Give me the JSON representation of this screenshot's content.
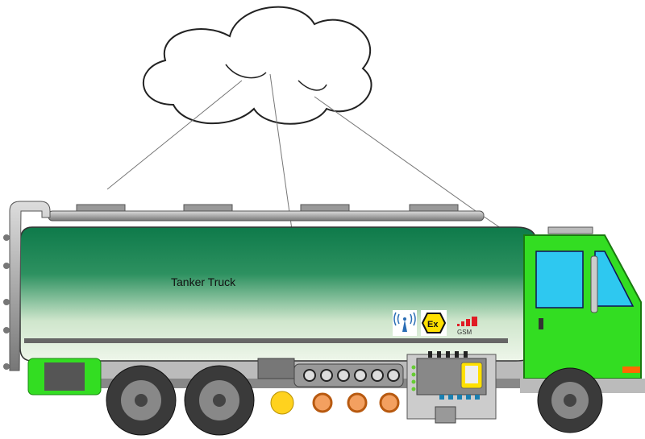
{
  "tank": {
    "label": "Tanker Truck"
  },
  "badges": {
    "wireless": "wireless-antenna-icon",
    "atex": {
      "icon": "atex-ex-icon",
      "text": "Ex"
    },
    "gsm": {
      "icon": "gsm-logo-icon",
      "text": "GSM"
    }
  },
  "colors": {
    "tank_dark": "#0e7a4a",
    "tank_light": "#e8f3e4",
    "cab": "#33dd22",
    "window": "#2ec8f0",
    "gsm_red": "#e01c24",
    "atex_yellow": "#ffe000"
  }
}
